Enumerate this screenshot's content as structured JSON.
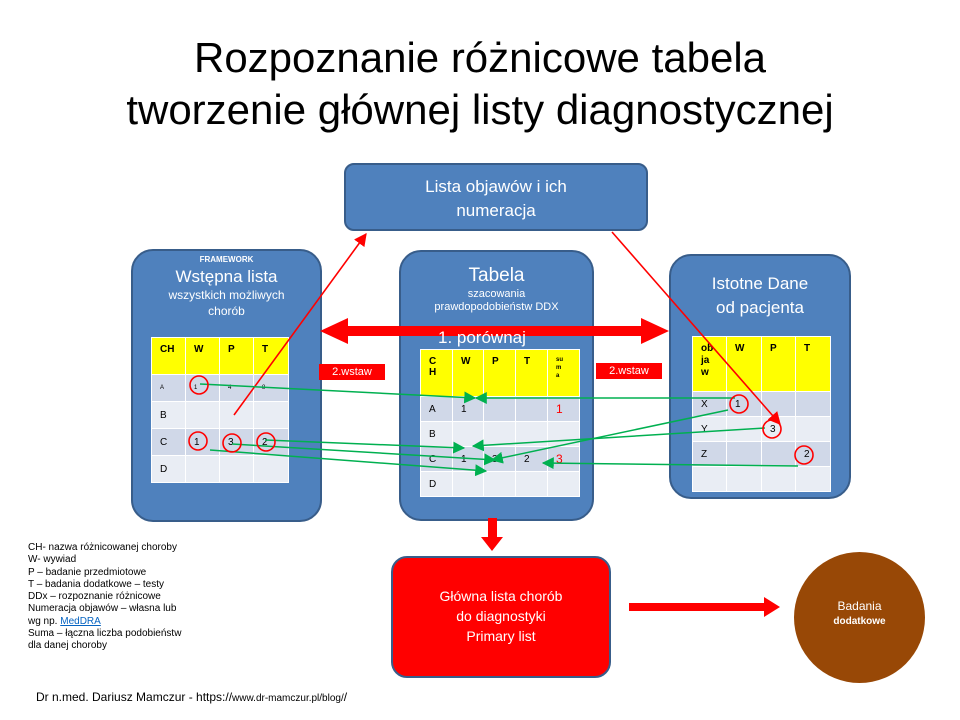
{
  "slide": {
    "title_line1": "Rozpoznanie różnicowe tabela",
    "title_line2": "tworzenie głównej listy diagnostycznej"
  },
  "top_box": {
    "line1": "Lista objawów i ich",
    "line2": "numeracja"
  },
  "left_box": {
    "tag": "FRAMEWORK",
    "title": "Wstępna lista",
    "subtitle1": "wszystkich możliwych",
    "subtitle2": "chorób",
    "headers": [
      "CH",
      "W",
      "P",
      "T"
    ],
    "rows": [
      [
        "A",
        "1",
        "4",
        "8"
      ],
      [
        "B",
        "",
        "",
        ""
      ],
      [
        "C",
        "1",
        "3",
        "2"
      ],
      [
        "D",
        "",
        "",
        ""
      ]
    ]
  },
  "center_box": {
    "title": "Tabela",
    "subtitle1": "szacowania",
    "subtitle2": "prawdopodobieństw  DDX",
    "headers": [
      "C\nH",
      "W",
      "P",
      "T",
      "su\nm\na"
    ],
    "rows": [
      [
        "A",
        "1",
        "",
        "",
        "1"
      ],
      [
        "B",
        "",
        "",
        "",
        ""
      ],
      [
        "C",
        "1",
        "3",
        "2",
        "3"
      ],
      [
        "D",
        "",
        "",
        "",
        ""
      ]
    ]
  },
  "right_box": {
    "title1": "Istotne Dane",
    "title2": "od pacjenta",
    "headers": [
      "ob\nja\nw",
      "W",
      "P",
      "T"
    ],
    "rows": [
      [
        "X",
        "1",
        "",
        ""
      ],
      [
        "Y",
        "",
        "3",
        ""
      ],
      [
        "Z",
        "",
        "",
        "2"
      ],
      [
        "",
        "",
        "",
        ""
      ]
    ]
  },
  "compare_label": "1. porównaj",
  "insert_left": "2.wstaw",
  "insert_right": "2.wstaw",
  "main_list": {
    "line1": "Główna lista chorób",
    "line2": "do diagnostyki",
    "line3": "Primary list"
  },
  "tests": {
    "line1": "Badania",
    "line2": "dodatkowe"
  },
  "legend": {
    "lines": [
      "CH- nazwa różnicowanej choroby",
      "W- wywiad",
      "P – badanie  przedmiotowe",
      "T – badania dodatkowe – testy",
      "DDx – rozpoznanie różnicowe",
      "Numeracja objawów – własna lub"
    ],
    "medra_prefix": "wg np. ",
    "medra_link": "MedDRA",
    "suma_line1": "Suma – łączna liczba podobieństw",
    "suma_line2": "dla danej choroby"
  },
  "footer": {
    "author": "Dr n.med. Dariusz Mamczur - https://",
    "url": "www.dr-mamczur.pl/blog/"
  },
  "colors": {
    "box_blue": "#4f81bd",
    "box_border": "#385d8a",
    "header_yellow": "#ffff00",
    "cell_light": "#d0d8e8",
    "cell_lighter": "#e9edf4",
    "red": "#ff0000",
    "green": "#00b050",
    "brown": "#984806",
    "link": "#0563c1"
  }
}
